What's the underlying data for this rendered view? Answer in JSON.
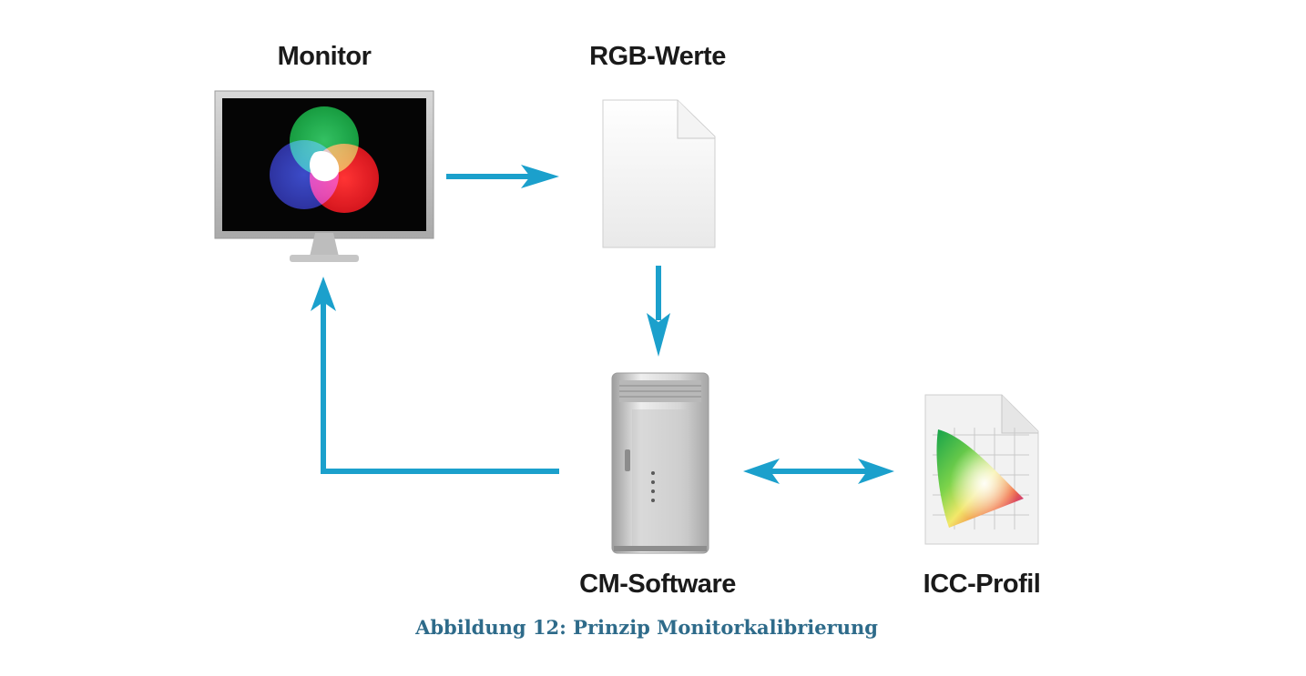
{
  "nodes": {
    "monitor": "Monitor",
    "rgb_values": "RGB-Werte",
    "cm_software": "CM-Software",
    "icc_profile": "ICC-Profil"
  },
  "caption": "Abbildung 12: Prinzip Monitorkalibrierung",
  "colors": {
    "arrow": "#1ba0cc",
    "caption": "#2e6b8a",
    "label": "#1a1a1a"
  }
}
